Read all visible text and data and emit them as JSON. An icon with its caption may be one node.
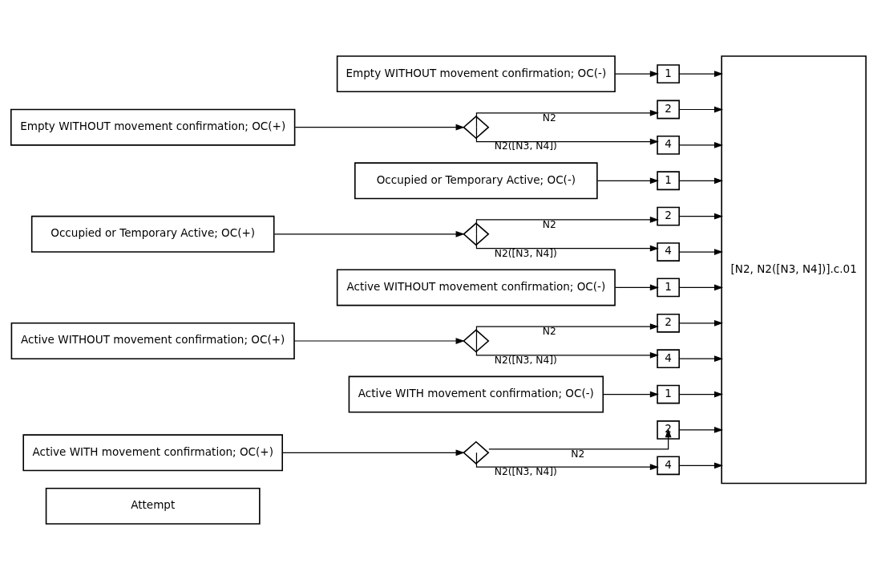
{
  "diagram": {
    "nodes": [
      {
        "text": [
          "Attempt"
        ]
      },
      {
        "text": [
          "Empty WITHOUT movement confirmation; OC(-)"
        ]
      },
      {
        "text": [
          "Empty WITHOUT movement confirmation; OC(+)"
        ]
      },
      {
        "text": [],
        "shape": "diamond"
      },
      {
        "text": [
          "Occupied or Temporary Active; OC(-)"
        ]
      },
      {
        "text": [
          "Occupied or Temporary Active; OC(+)"
        ]
      },
      {
        "text": [],
        "shape": "diamond"
      },
      {
        "text": [
          "Active WITHOUT movement confirmation; OC(-)"
        ]
      },
      {
        "text": [
          "Active WITHOUT movement confirmation; OC(+)"
        ]
      },
      {
        "text": [],
        "shape": "diamond"
      },
      {
        "text": [
          "Active WITH movement confirmation; OC(-)"
        ]
      },
      {
        "text": [
          "Active WITH movement confirmation; OC(+)"
        ]
      },
      {
        "text": [],
        "shape": "diamond"
      },
      {
        "text": [
          "1"
        ]
      },
      {
        "text": [
          "2"
        ]
      },
      {
        "text": [
          "4"
        ]
      },
      {
        "text": [
          "1"
        ]
      },
      {
        "text": [
          "2"
        ]
      },
      {
        "text": [
          "4"
        ]
      },
      {
        "text": [
          "1"
        ]
      },
      {
        "text": [
          "2"
        ]
      },
      {
        "text": [
          "4"
        ]
      },
      {
        "text": [
          "1"
        ]
      },
      {
        "text": [
          "2"
        ]
      },
      {
        "text": [
          "4"
        ]
      },
      {
        "text": [
          "[N2, N2([N3, N4])].c.01"
        ]
      }
    ],
    "edges": [
      {
        "from": 1,
        "to": 13,
        "arrow": "to"
      },
      {
        "from": 2,
        "to": 3,
        "arrow": "to"
      },
      {
        "from": 3,
        "to": 14,
        "arrow": "to",
        "label": "N2"
      },
      {
        "from": 3,
        "to": 15,
        "arrow": "to",
        "label": "N2([N3, N4])"
      },
      {
        "from": 4,
        "to": 16,
        "arrow": "to"
      },
      {
        "from": 5,
        "to": 6,
        "arrow": "to"
      },
      {
        "from": 6,
        "to": 17,
        "arrow": "to",
        "label": "N2"
      },
      {
        "from": 6,
        "to": 18,
        "arrow": "to",
        "label": "N2([N3, N4])"
      },
      {
        "from": 7,
        "to": 19,
        "arrow": "to"
      },
      {
        "from": 8,
        "to": 9,
        "arrow": "to"
      },
      {
        "from": 9,
        "to": 20,
        "arrow": "to",
        "label": "N2"
      },
      {
        "from": 9,
        "to": 21,
        "arrow": "to",
        "label": "N2([N3, N4])"
      },
      {
        "from": 10,
        "to": 22,
        "arrow": "to"
      },
      {
        "from": 11,
        "to": 12,
        "arrow": "to"
      },
      {
        "from": 12,
        "to": 23,
        "arrow": "to",
        "label": "N2"
      },
      {
        "from": 12,
        "to": 24,
        "arrow": "to",
        "label": "N2([N3, N4])"
      },
      {
        "from": 13,
        "to": 25,
        "arrow": "to"
      },
      {
        "from": 14,
        "to": 25,
        "arrow": "to"
      },
      {
        "from": 15,
        "to": 25,
        "arrow": "to"
      },
      {
        "from": 16,
        "to": 25,
        "arrow": "to"
      },
      {
        "from": 17,
        "to": 25,
        "arrow": "to"
      },
      {
        "from": 18,
        "to": 25,
        "arrow": "to"
      },
      {
        "from": 19,
        "to": 25,
        "arrow": "to"
      },
      {
        "from": 20,
        "to": 25,
        "arrow": "to"
      },
      {
        "from": 21,
        "to": 25,
        "arrow": "to"
      },
      {
        "from": 22,
        "to": 25,
        "arrow": "to"
      },
      {
        "from": 23,
        "to": 25,
        "arrow": "to"
      },
      {
        "from": 24,
        "to": 25,
        "arrow": "to"
      }
    ]
  }
}
